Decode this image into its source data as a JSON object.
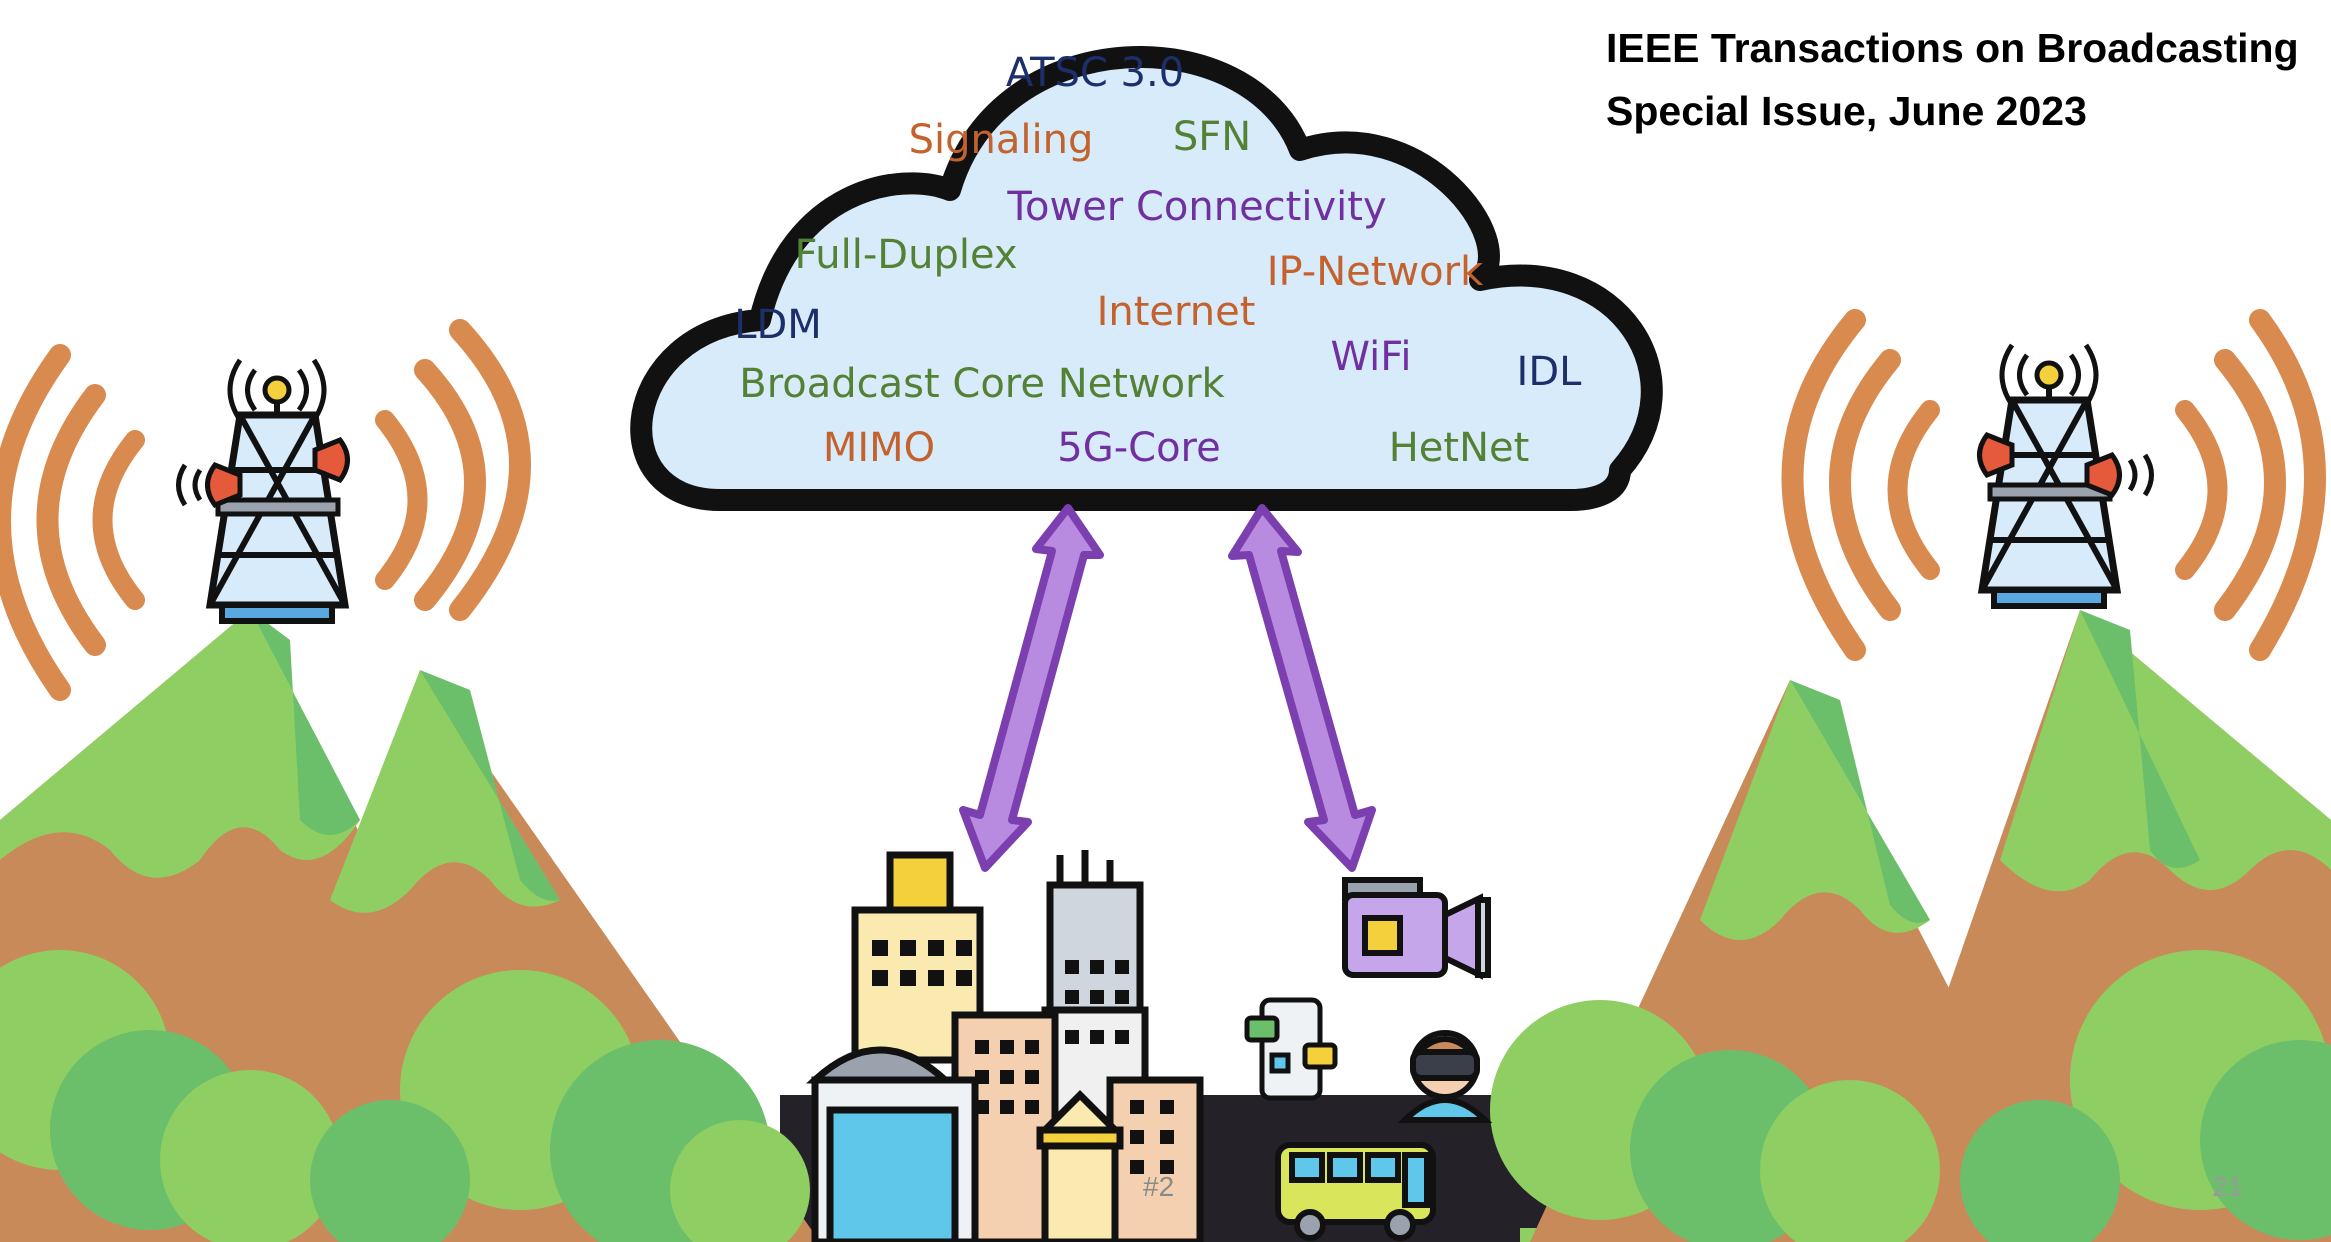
{
  "title": {
    "line1": "IEEE Transactions on Broadcasting",
    "line2": "Special Issue, June 2023"
  },
  "cloud_keywords": [
    {
      "text": "ATSC 3.0",
      "color": "#1c2f6b"
    },
    {
      "text": "Signaling",
      "color": "#c4622d"
    },
    {
      "text": "SFN",
      "color": "#548235"
    },
    {
      "text": "Tower Connectivity",
      "color": "#7030a0"
    },
    {
      "text": "Full-Duplex",
      "color": "#548235"
    },
    {
      "text": "IP-Network",
      "color": "#c4622d"
    },
    {
      "text": "LDM",
      "color": "#1c2f6b"
    },
    {
      "text": "Internet",
      "color": "#c4622d"
    },
    {
      "text": "WiFi",
      "color": "#7030a0"
    },
    {
      "text": "IDL",
      "color": "#1c2f6b"
    },
    {
      "text": "Broadcast Core Network",
      "color": "#548235"
    },
    {
      "text": "MIMO",
      "color": "#c4622d"
    },
    {
      "text": "5G-Core",
      "color": "#7030a0"
    },
    {
      "text": "HetNet",
      "color": "#548235"
    }
  ],
  "icons": [
    "broadcast-tower-icon",
    "cloud-icon",
    "city-buildings-icon",
    "video-camera-icon",
    "smartphone-chat-icon",
    "vr-headset-user-icon",
    "electric-bus-icon",
    "mountain-icon",
    "bush-icon",
    "double-arrow-icon"
  ],
  "colors": {
    "cloud_fill": "#d8ebfb",
    "arrow": "#b98be0",
    "arrow_stroke": "#7b3fb0",
    "signal_waves": "#d98a4e",
    "mountain_green": "#8fce62",
    "mountain_dark_green": "#6bbf6b",
    "mountain_brown": "#c98a5a",
    "road": "#252129"
  },
  "footer_tag": "#2",
  "page_number": "21"
}
